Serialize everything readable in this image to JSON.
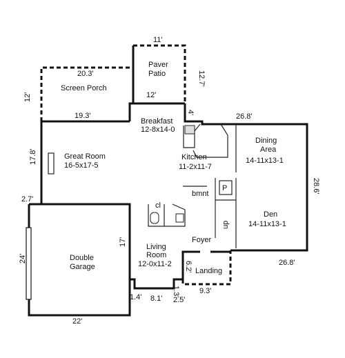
{
  "rooms": {
    "paver_patio": {
      "name_line1": "Paver",
      "name_line2": "Patio"
    },
    "screen_porch": {
      "name": "Screen Porch"
    },
    "breakfast": {
      "name": "Breakfast",
      "size": "12-8x14-0"
    },
    "dining_area": {
      "name_line1": "Dining",
      "name_line2": "Area",
      "size": "14-11x13-1"
    },
    "great_room": {
      "name": "Great Room",
      "size": "16-5x17-5"
    },
    "kitchen": {
      "name": "Kitchen",
      "size": "11-2x11-7"
    },
    "den": {
      "name": "Den",
      "size": "14-11x13-1"
    },
    "living_room": {
      "name_line1": "Living",
      "name_line2": "Room",
      "size": "12-0x11-2"
    },
    "foyer": {
      "name": "Foyer"
    },
    "landing": {
      "name": "Landing"
    },
    "garage": {
      "name_line1": "Double",
      "name_line2": "Garage"
    }
  },
  "labels": {
    "bmnt": "bmnt",
    "pantry": "P",
    "closet": "cl",
    "stairs_up": "up"
  },
  "dimensions": {
    "patio_top": "11'",
    "patio_side": "12.7'",
    "patio_bottom": "12'",
    "porch_top": "20.3'",
    "porch_side": "12'",
    "porch_bottom": "19.3'",
    "breakfast_offset": "4'",
    "house_top_right": "26.8'",
    "house_right": "28.6'",
    "house_bottom_right": "26.8'",
    "great_room_side": "17.8'",
    "garage_offset": "2.7'",
    "garage_side": "24'",
    "garage_bottom": "22'",
    "living_side": "17'",
    "living_jog": "1.4'",
    "living_bottom": "8.1'",
    "landing_offset": "1.3'",
    "landing_jog": "2.5'",
    "landing_side": "6.2'",
    "landing_bottom": "9.3'"
  }
}
